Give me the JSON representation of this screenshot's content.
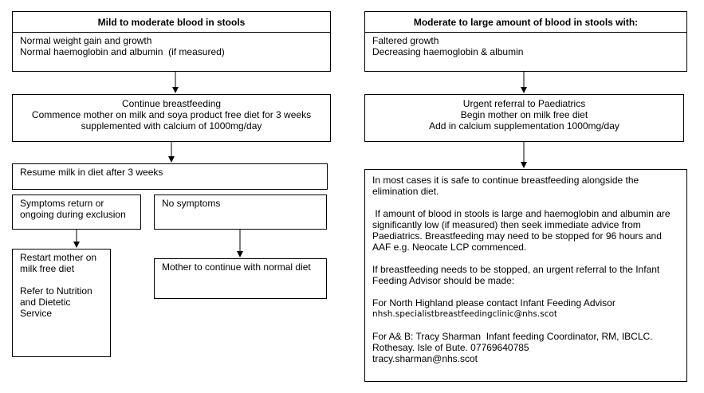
{
  "left": {
    "header": "Mild to moderate blood in stools",
    "criteria": [
      "Normal weight gain and growth",
      "Normal haemoglobin and albumin  (if measured)"
    ],
    "step2": [
      "Continue breastfeeding",
      "Commence mother on milk and soya product free diet for 3 weeks",
      "supplemented with calcium of 1000mg/day"
    ],
    "step3": "Resume milk in diet after 3 weeks",
    "branch_symptoms": [
      "Symptoms return or",
      "ongoing during exclusion"
    ],
    "branch_no_symptoms": "No symptoms",
    "outcome_symptoms": [
      "Restart mother on",
      "milk free diet",
      "",
      "Refer to Nutrition",
      "and Dietetic",
      "Service"
    ],
    "outcome_no_symptoms": "Mother to continue with normal diet"
  },
  "right": {
    "header": "Moderate to large amount of blood in stools with:",
    "criteria": [
      "Faltered growth",
      "Decreasing haemoglobin & albumin"
    ],
    "step2": [
      "Urgent referral to Paediatrics",
      "Begin mother on milk free diet",
      "Add in calcium supplementation 1000mg/day"
    ],
    "advice": {
      "p1": [
        "In most cases it is safe to continue breastfeeding alongside the",
        "elimination diet."
      ],
      "p2": [
        " If amount of blood in stools is large and haemoglobin and albumin are",
        "significantly low (if measured) then seek immediate advice from",
        "Paediatrics. Breastfeeding may need to be stopped for 96 hours and",
        "AAF e.g. Neocate LCP commenced."
      ],
      "p3": [
        "If breastfeeding needs to be stopped, an urgent referral to the Infant",
        "Feeding Advisor should be made:"
      ],
      "p4": "For North Highland please contact Infant Feeding Advisor",
      "p4_email": "nhsh.specialistbreastfeedingclinic@nhs.scot",
      "p5": [
        "For A& B: Tracy Sharman  Infant feeding Coordinator, RM, IBCLC.",
        "Rothesay. Isle of Bute. 07769640785",
        "tracy.sharman@nhs.scot"
      ]
    }
  }
}
